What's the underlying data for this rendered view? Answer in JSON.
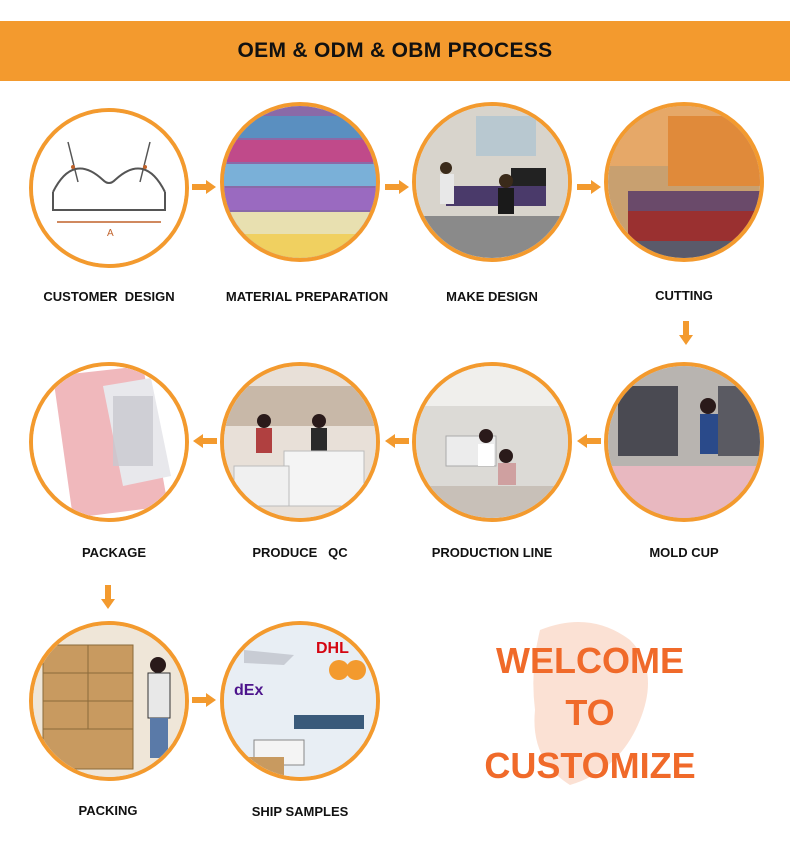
{
  "header": {
    "title": "OEM & ODM & OBM PROCESS"
  },
  "steps": [
    {
      "label": "CUSTOMER  DESIGN",
      "icon": "bra-sketch-image"
    },
    {
      "label": "MATERIAL PREPARATION",
      "icon": "fabric-rolls-image"
    },
    {
      "label": "MAKE DESIGN",
      "icon": "design-office-image"
    },
    {
      "label": "CUTTING",
      "icon": "laser-cutting-image"
    },
    {
      "label": "MOLD CUP",
      "icon": "mold-cup-machine-image"
    },
    {
      "label": "PRODUCTION LINE",
      "icon": "sewing-line-image"
    },
    {
      "label": "PRODUCE   QC",
      "icon": "quality-check-image"
    },
    {
      "label": "PACKAGE",
      "icon": "package-bag-image"
    },
    {
      "label": "PACKING",
      "icon": "carton-boxes-image"
    },
    {
      "label": "SHIP SAMPLES",
      "icon": "courier-shipping-image"
    }
  ],
  "welcome": {
    "line1": "WELCOME",
    "line2": "TO",
    "line3": "CUSTOMIZE"
  },
  "colors": {
    "accent": "#f39a2e",
    "welcome_text": "#f06a2a"
  }
}
